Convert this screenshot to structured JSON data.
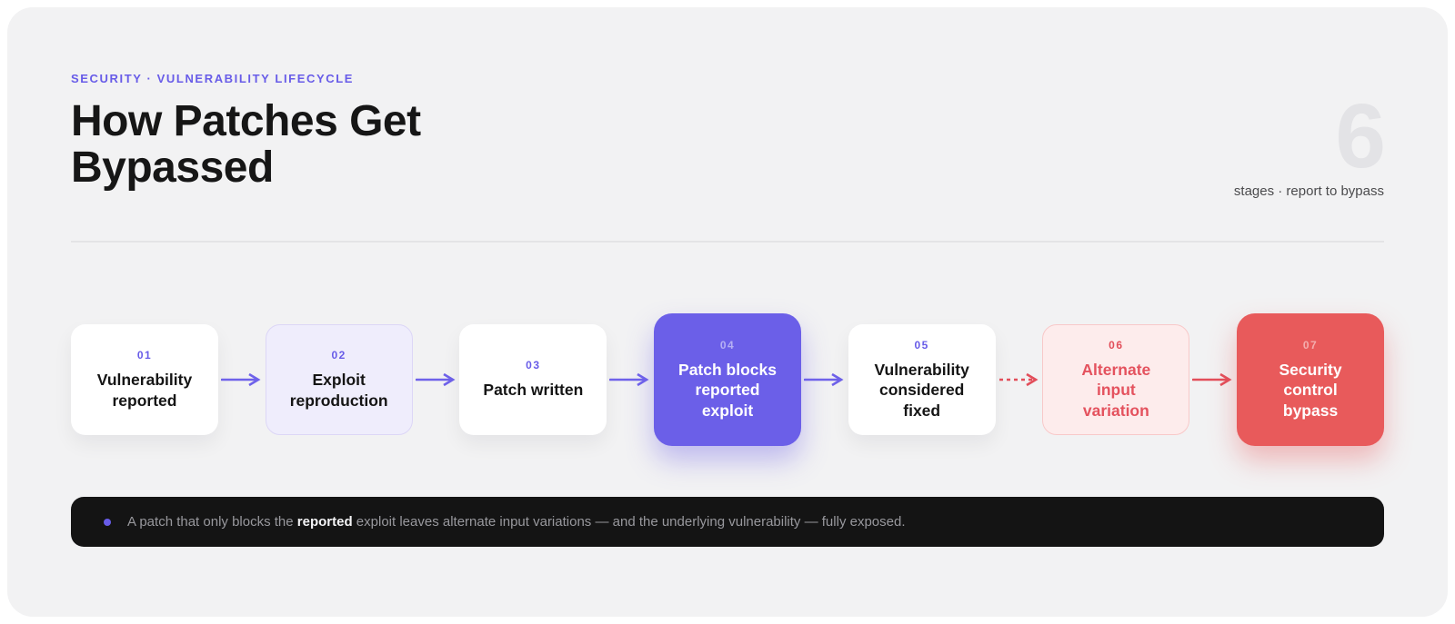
{
  "header": {
    "eyebrow": "SECURITY · VULNERABILITY LIFECYCLE",
    "title_line1": "How Patches Get",
    "title_line2": "Bypassed",
    "stat_value": "6",
    "stat_caption": "stages · report to bypass"
  },
  "flow": {
    "stages": [
      {
        "number": "01",
        "label": "Vulnerability reported",
        "variant": "plain",
        "arrow_after": "purple-solid"
      },
      {
        "number": "02",
        "label": "Exploit reproduction",
        "variant": "purple-tint",
        "arrow_after": "purple-solid"
      },
      {
        "number": "03",
        "label": "Patch written",
        "variant": "plain",
        "arrow_after": "purple-solid"
      },
      {
        "number": "04",
        "label": "Patch blocks reported exploit",
        "variant": "purple-solid",
        "arrow_after": "purple-solid"
      },
      {
        "number": "05",
        "label": "Vulnerability considered fixed",
        "variant": "plain",
        "arrow_after": "red-dashed"
      },
      {
        "number": "06",
        "label": "Alternate input variation",
        "variant": "red-tint",
        "arrow_after": "red-solid"
      },
      {
        "number": "07",
        "label": "Security control bypass",
        "variant": "red-solid",
        "arrow_after": null
      }
    ]
  },
  "footnote": {
    "prefix": "A patch that only blocks the ",
    "highlight": "reported",
    "suffix": " exploit leaves alternate input variations — and the underlying vulnerability — fully exposed."
  },
  "colors": {
    "accent_purple": "#685ce8",
    "arrow_purple": "#6f62ea",
    "accent_red": "#e24e5a",
    "purple_box": "#6b5fe8",
    "red_box": "#e85a5b",
    "panel_bg": "#f2f2f3",
    "footer_bg": "#141414",
    "big_number": "#e3e3e6"
  }
}
